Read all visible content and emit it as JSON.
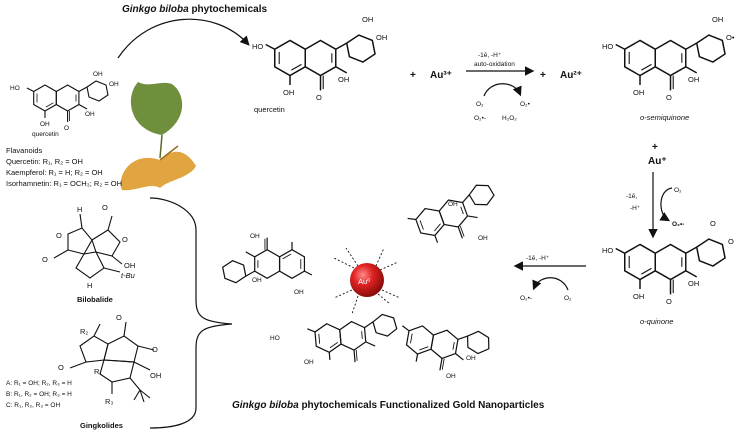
{
  "title": {
    "italic": "Ginkgo biloba",
    "rest": " phytochemicals"
  },
  "left_panel": {
    "small_molecule_label": "quercetin",
    "flavanoids_heading": "Flavanoids",
    "flavanoid_lines": [
      "Quercetin: R₁, R₂ = OH",
      "Kaempferol: R₁ = H; R₂ = OH",
      "Isorhamnetin: R₁ = OCH₃; R₂ = OH"
    ],
    "bilobalide_label": "Bilobalide",
    "bilobalide_atoms": {
      "oh": "OH",
      "tbu": "t-Bu",
      "h": "H",
      "o": "O"
    },
    "ginkgolides_label": "Gingkolides",
    "ginkgolide_lines": [
      "A: R₁ = OH; R₂, R₃ = H",
      "B: R₁, R₂ = OH; R₃ = H",
      "C: R₁, R₂, R₃ = OH"
    ],
    "ginkgolide_atoms": {
      "r1": "R₁",
      "r2": "R₂",
      "r3": "R₃",
      "oh": "OH",
      "o": "O"
    }
  },
  "reaction": {
    "quercetin_label": "quercetin",
    "plus": "+",
    "au3": "Au³⁺",
    "au2": "Au²⁺",
    "au1": "Au⁺",
    "step1": {
      "top": "-1ē, -H⁺",
      "sub": "auto-oxidation",
      "o2": "O₂",
      "o2rad": "O₂•",
      "o2rad2": "O₂•-",
      "h2o2": "H₂O₂"
    },
    "semiquinone_label": "o-semiquinone",
    "step2": {
      "top": "-1ē,",
      "sub": "-H⁺",
      "o2": "O₂",
      "o2rad": "O₂•-"
    },
    "quinone_label": "o-quinone",
    "step3": {
      "top": "-1ē, -H⁺",
      "o2rad": "O₂•-",
      "o2": "O₂"
    }
  },
  "atoms": {
    "oh": "OH",
    "ho": "HO",
    "o": "O",
    "odot": "O•"
  },
  "nanoparticle": {
    "core": "Au⁰",
    "caption_italic": "Ginkgo biloba",
    "caption_rest": " phytochemicals Functionalized Gold Nanoparticles"
  },
  "colors": {
    "gold_core": "#d01a1a",
    "leaf_green": "#6f8f3c",
    "leaf_gold": "#e0a540"
  }
}
